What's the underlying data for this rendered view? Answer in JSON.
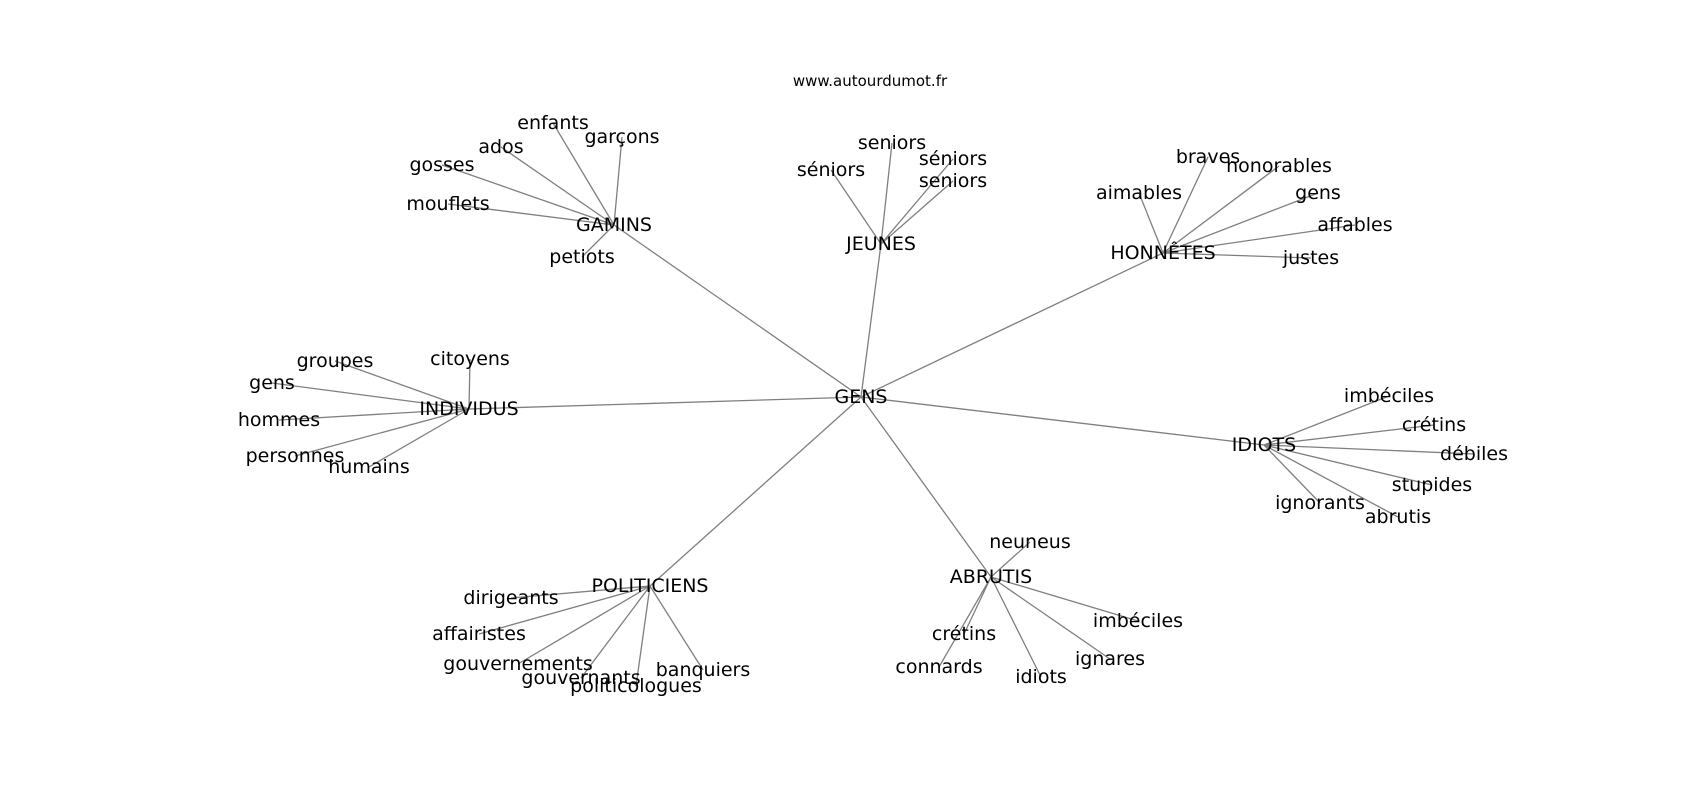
{
  "header": {
    "source": "www.autourdumot.fr"
  },
  "graph": {
    "nodes": [
      {
        "id": "gens_center",
        "label": "GENS"
      },
      {
        "id": "gamins",
        "label": "GAMINS"
      },
      {
        "id": "jeunes",
        "label": "JEUNES"
      },
      {
        "id": "honnetes",
        "label": "HONNÊTES"
      },
      {
        "id": "individus",
        "label": "INDIVIDUS"
      },
      {
        "id": "idiots_hub",
        "label": "IDIOTS"
      },
      {
        "id": "politiciens",
        "label": "POLITICIENS"
      },
      {
        "id": "abrutis_hub",
        "label": "ABRUTIS"
      },
      {
        "id": "g_enfants",
        "label": "enfants"
      },
      {
        "id": "g_garcons",
        "label": "garçons"
      },
      {
        "id": "g_ados",
        "label": "ados"
      },
      {
        "id": "g_gosses",
        "label": "gosses"
      },
      {
        "id": "g_mouflets",
        "label": "mouflets"
      },
      {
        "id": "g_petiots",
        "label": "petiots"
      },
      {
        "id": "j_seniors1",
        "label": "seniors"
      },
      {
        "id": "j_seniors_acc1",
        "label": "séniors"
      },
      {
        "id": "j_seniors_acc2",
        "label": "séniors"
      },
      {
        "id": "j_seniors2",
        "label": "seniors"
      },
      {
        "id": "h_braves",
        "label": "braves"
      },
      {
        "id": "h_honorables",
        "label": "honorables"
      },
      {
        "id": "h_aimables",
        "label": "aimables"
      },
      {
        "id": "h_gens",
        "label": "gens"
      },
      {
        "id": "h_affables",
        "label": "affables"
      },
      {
        "id": "h_justes",
        "label": "justes"
      },
      {
        "id": "i_groupes",
        "label": "groupes"
      },
      {
        "id": "i_citoyens",
        "label": "citoyens"
      },
      {
        "id": "i_gens",
        "label": "gens"
      },
      {
        "id": "i_hommes",
        "label": "hommes"
      },
      {
        "id": "i_personnes",
        "label": "personnes"
      },
      {
        "id": "i_humains",
        "label": "humains"
      },
      {
        "id": "d_imbeciles",
        "label": "imbéciles"
      },
      {
        "id": "d_cretins",
        "label": "crétins"
      },
      {
        "id": "d_debiles",
        "label": "débiles"
      },
      {
        "id": "d_stupides",
        "label": "stupides"
      },
      {
        "id": "d_ignorants",
        "label": "ignorants"
      },
      {
        "id": "d_abrutis",
        "label": "abrutis"
      },
      {
        "id": "p_dirigeants",
        "label": "dirigeants"
      },
      {
        "id": "p_affairistes",
        "label": "affairistes"
      },
      {
        "id": "p_gouvernements",
        "label": "gouvernements"
      },
      {
        "id": "p_gouvernants",
        "label": "gouvernants"
      },
      {
        "id": "p_politicologues",
        "label": "politicologues"
      },
      {
        "id": "p_banquiers",
        "label": "banquiers"
      },
      {
        "id": "a_neuneus",
        "label": "neuneus"
      },
      {
        "id": "a_imbeciles",
        "label": "imbéciles"
      },
      {
        "id": "a_cretins",
        "label": "crétins"
      },
      {
        "id": "a_ignares",
        "label": "ignares"
      },
      {
        "id": "a_connards",
        "label": "connards"
      },
      {
        "id": "a_idiots",
        "label": "idiots"
      }
    ],
    "edges": [
      [
        "gens_center",
        "gamins"
      ],
      [
        "gens_center",
        "jeunes"
      ],
      [
        "gens_center",
        "honnetes"
      ],
      [
        "gens_center",
        "individus"
      ],
      [
        "gens_center",
        "idiots_hub"
      ],
      [
        "gens_center",
        "politiciens"
      ],
      [
        "gens_center",
        "abrutis_hub"
      ],
      [
        "gamins",
        "g_enfants"
      ],
      [
        "gamins",
        "g_garcons"
      ],
      [
        "gamins",
        "g_ados"
      ],
      [
        "gamins",
        "g_gosses"
      ],
      [
        "gamins",
        "g_mouflets"
      ],
      [
        "gamins",
        "g_petiots"
      ],
      [
        "jeunes",
        "j_seniors1"
      ],
      [
        "jeunes",
        "j_seniors_acc1"
      ],
      [
        "jeunes",
        "j_seniors_acc2"
      ],
      [
        "jeunes",
        "j_seniors2"
      ],
      [
        "honnetes",
        "h_braves"
      ],
      [
        "honnetes",
        "h_honorables"
      ],
      [
        "honnetes",
        "h_aimables"
      ],
      [
        "honnetes",
        "h_gens"
      ],
      [
        "honnetes",
        "h_affables"
      ],
      [
        "honnetes",
        "h_justes"
      ],
      [
        "individus",
        "i_groupes"
      ],
      [
        "individus",
        "i_citoyens"
      ],
      [
        "individus",
        "i_gens"
      ],
      [
        "individus",
        "i_hommes"
      ],
      [
        "individus",
        "i_personnes"
      ],
      [
        "individus",
        "i_humains"
      ],
      [
        "idiots_hub",
        "d_imbeciles"
      ],
      [
        "idiots_hub",
        "d_cretins"
      ],
      [
        "idiots_hub",
        "d_debiles"
      ],
      [
        "idiots_hub",
        "d_stupides"
      ],
      [
        "idiots_hub",
        "d_ignorants"
      ],
      [
        "idiots_hub",
        "d_abrutis"
      ],
      [
        "politiciens",
        "p_dirigeants"
      ],
      [
        "politiciens",
        "p_affairistes"
      ],
      [
        "politiciens",
        "p_gouvernements"
      ],
      [
        "politiciens",
        "p_gouvernants"
      ],
      [
        "politiciens",
        "p_politicologues"
      ],
      [
        "politiciens",
        "p_banquiers"
      ],
      [
        "abrutis_hub",
        "a_neuneus"
      ],
      [
        "abrutis_hub",
        "a_imbeciles"
      ],
      [
        "abrutis_hub",
        "a_cretins"
      ],
      [
        "abrutis_hub",
        "a_ignares"
      ],
      [
        "abrutis_hub",
        "a_connards"
      ],
      [
        "abrutis_hub",
        "a_idiots"
      ]
    ]
  }
}
